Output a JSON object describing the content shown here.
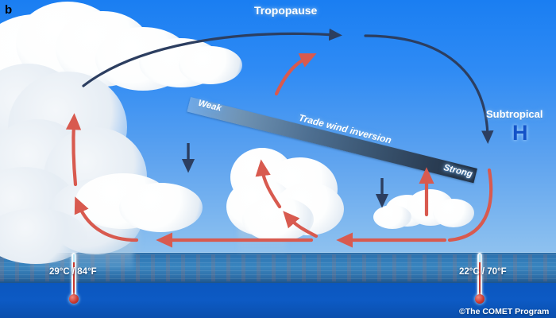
{
  "panel": {
    "letter": "b"
  },
  "labels": {
    "tropopause": "Tropopause",
    "subtropical": "Subtropical",
    "high_symbol": "H",
    "inversion": "Trade wind inversion",
    "weak": "Weak",
    "strong": "Strong"
  },
  "temperatures": {
    "left": "29°C / 84°F",
    "right": "22°C / 70°F"
  },
  "credit": "©The COMET Program",
  "colors": {
    "sky_top": "#1a7ef2",
    "sky_horizon": "#bfe0f5",
    "ocean_upper": "#2f78b5",
    "ocean_lower": "#0b57bf",
    "red_arrow": "#d85a4f",
    "navy_arrow": "#2c3e60",
    "high_symbol": "#1352c8",
    "inversion_weak": "#96b9dc",
    "inversion_strong": "#222f41"
  },
  "icons": {
    "thermometer_left": "thermometer-icon",
    "thermometer_right": "thermometer-icon"
  }
}
